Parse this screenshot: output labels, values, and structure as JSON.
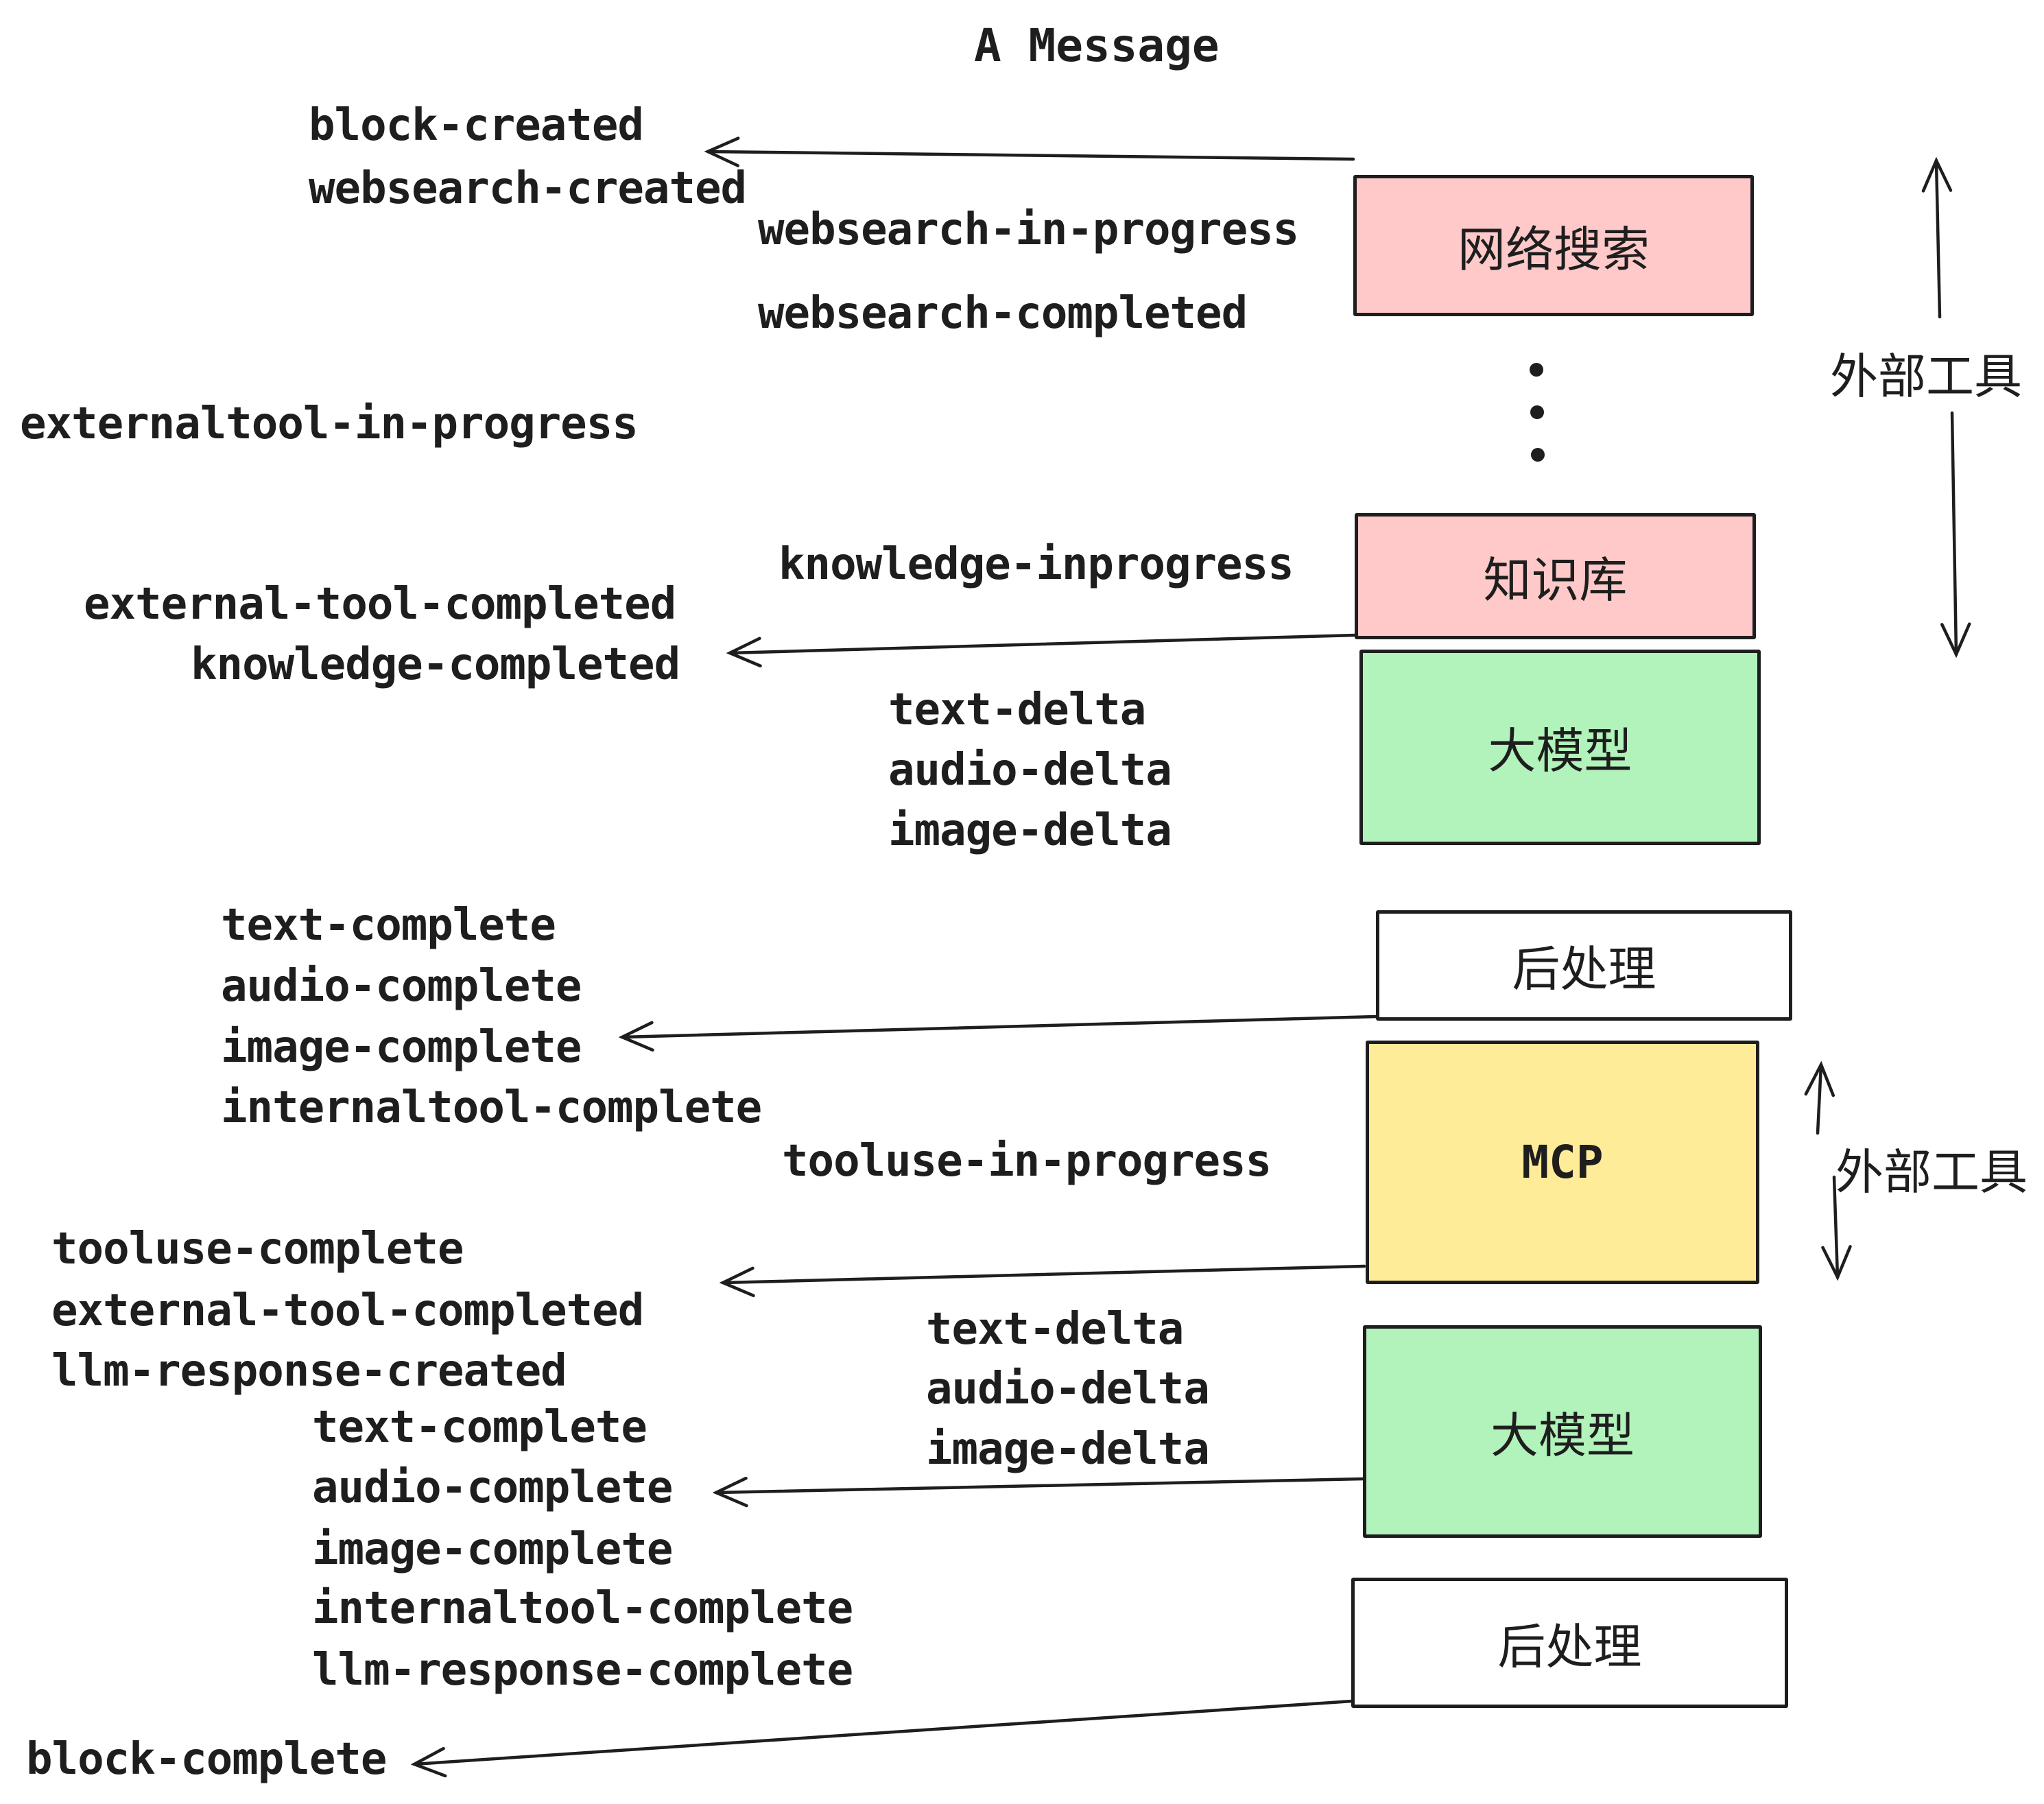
{
  "title": "A Message",
  "colors": {
    "stroke": "#1e1e1e",
    "box_pink": "#ffc9c9",
    "box_green": "#b2f2bb",
    "box_yellow": "#ffec99",
    "box_white": "#ffffff",
    "background": "#ffffff"
  },
  "boxes": [
    {
      "id": "websearch",
      "label": "网络搜索",
      "fill": "#ffc9c9"
    },
    {
      "id": "knowledge",
      "label": "知识库",
      "fill": "#ffc9c9"
    },
    {
      "id": "llm-1",
      "label": "大模型",
      "fill": "#b2f2bb"
    },
    {
      "id": "post-1",
      "label": "后处理",
      "fill": "#ffffff"
    },
    {
      "id": "mcp",
      "label": "MCP",
      "fill": "#ffec99"
    },
    {
      "id": "llm-2",
      "label": "大模型",
      "fill": "#b2f2bb"
    },
    {
      "id": "post-2",
      "label": "后处理",
      "fill": "#ffffff"
    }
  ],
  "side_labels": [
    "外部工具",
    "外部工具"
  ],
  "events": [
    "block-created",
    "websearch-created",
    "websearch-in-progress",
    "websearch-completed",
    "externaltool-in-progress",
    "knowledge-inprogress",
    "external-tool-completed",
    "knowledge-completed",
    "text-delta",
    "audio-delta",
    "image-delta",
    "text-complete",
    "audio-complete",
    "image-complete",
    "internaltool-complete",
    "tooluse-in-progress",
    "tooluse-complete",
    "external-tool-completed",
    "llm-response-created",
    "text-delta",
    "audio-delta",
    "image-delta",
    "text-complete",
    "audio-complete",
    "image-complete",
    "internaltool-complete",
    "llm-response-complete",
    "block-complete"
  ]
}
